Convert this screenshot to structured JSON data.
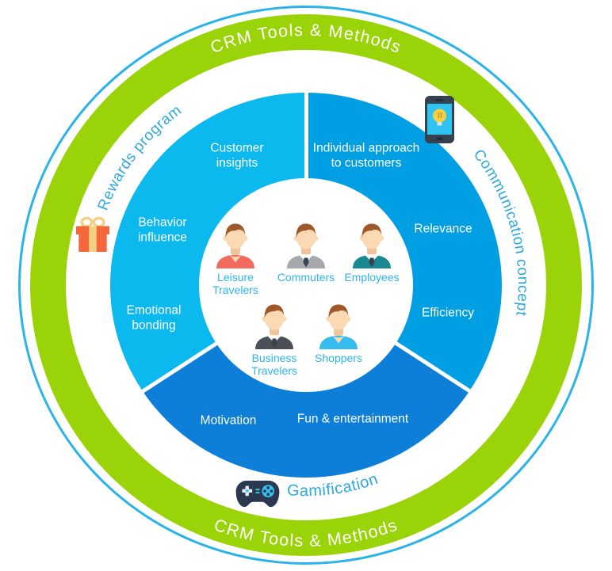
{
  "colors": {
    "outer_circle": "#2ab3e8",
    "green_ring": "#9ad408",
    "segment_left": "#0cb9ee",
    "segment_right": "#009ee3",
    "segment_bottom": "#0d7fd9",
    "title_blue": "#2ba8e2",
    "segment_label": "#ffffff",
    "crm_label": "#ffffff",
    "people_label": "#2db4ec",
    "skin": "#fbd9b2",
    "skin_shade": "#efc39b",
    "hair": "#a0582b",
    "tie": "#39434d",
    "collar": "#ffffff",
    "gift_box": "#f4673a",
    "gift_ribbon": "#f3cf85",
    "phone_body": "#36414f",
    "phone_screen": "#2fc3f1",
    "phone_detail": "#222c38",
    "bulb": "#f6ce43",
    "bulb_filament": "#c79a27",
    "bulb_base": "#dde3e8",
    "gamepad_body": "#2b3950",
    "icon_cyan": "#35c1f0",
    "dpad_light": "#e8eef2"
  },
  "outer_ring": {
    "top_label": "CRM Tools & Methods",
    "bottom_label": "CRM Tools & Methods"
  },
  "segments": {
    "rewards": {
      "title": "Rewards program",
      "icon": "gift-icon",
      "items": [
        "Customer\ninsights",
        "Behavior\ninfluence",
        "Emotional\nbonding"
      ]
    },
    "communication": {
      "title": "Communication concept",
      "icon": "smartphone-idea-icon",
      "items": [
        "Individual approach\nto customers",
        "Relevance",
        "Efficiency"
      ]
    },
    "gamification": {
      "title": "Gamification",
      "icon": "gamepad-icon",
      "items": [
        "Motivation",
        "Fun & entertainment"
      ]
    }
  },
  "center": {
    "people": [
      {
        "label": "Leisure\nTravelers",
        "variant": "tshirt",
        "shirt": "#f26b5e"
      },
      {
        "label": "Commuters",
        "variant": "tie",
        "shirt": "#a6a8ab"
      },
      {
        "label": "Employees",
        "variant": "tie",
        "shirt": "#1a8893"
      },
      {
        "label": "Business\nTravelers",
        "variant": "tie",
        "shirt": "#4b4f58"
      },
      {
        "label": "Shoppers",
        "variant": "tshirt",
        "shirt": "#35bdf0"
      }
    ]
  }
}
